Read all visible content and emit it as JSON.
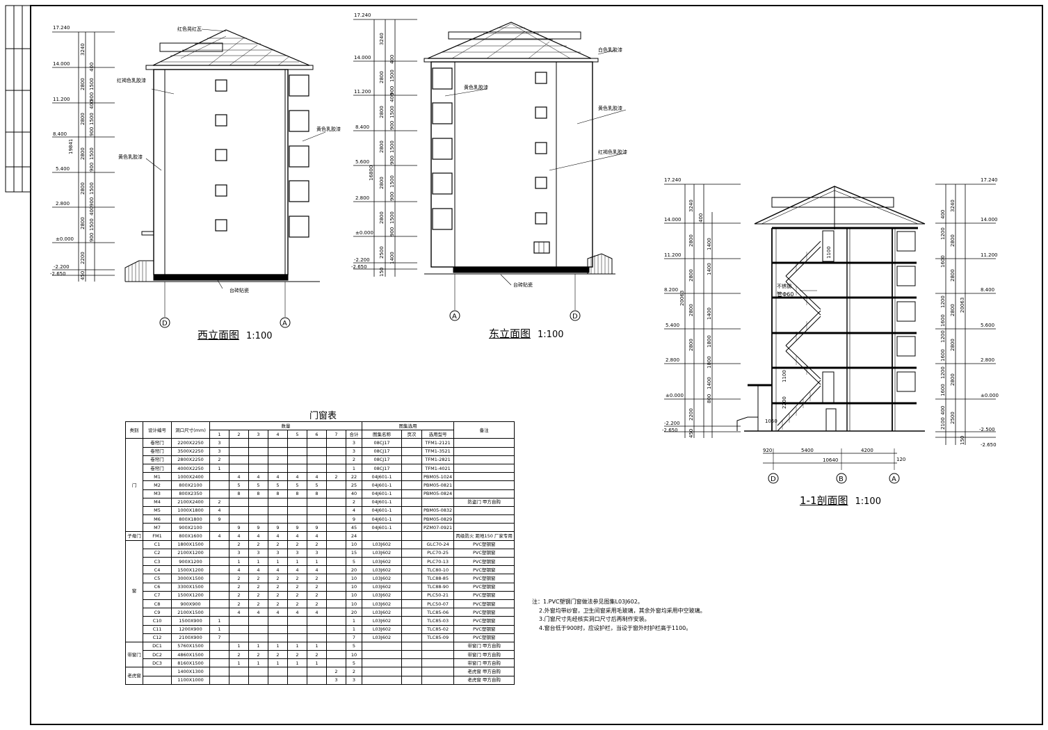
{
  "drawing": {
    "west_elevation": {
      "title": "西立面图",
      "scale": "1:100",
      "levels": [
        "17.240",
        "14.000",
        "11.200",
        "8.400",
        "5.400",
        "2.800",
        "±0.000",
        "-2.200",
        "-2.650"
      ],
      "dims_col1": [
        "3240",
        "2800",
        "2800",
        "2800",
        "2800",
        "2800",
        "2200",
        "450"
      ],
      "dims_col2": [
        "400",
        "1500",
        "900",
        "400",
        "1500",
        "900",
        "1500",
        "900",
        "1500",
        "900",
        "400",
        "1500",
        "900"
      ],
      "total": "19841",
      "labels": [
        "红色晃红瓦",
        "红褐色乳胶漆",
        "黄色乳胶漆",
        "黄色乳胶漆",
        "台砖贴瓷"
      ],
      "axes": [
        "D",
        "A"
      ]
    },
    "east_elevation": {
      "title": "东立面图",
      "scale": "1:100",
      "levels": [
        "17.240",
        "14.000",
        "11.200",
        "8.400",
        "5.600",
        "2.800",
        "±0.000",
        "-2.200",
        "-2.650"
      ],
      "dims_col1": [
        "3240",
        "2800",
        "2800",
        "2800",
        "2800",
        "2800",
        "2500",
        "150"
      ],
      "dims_col2": [
        "400",
        "1500",
        "900",
        "400",
        "1500",
        "900",
        "1500",
        "900",
        "1500",
        "900",
        "1500",
        "900",
        "1400"
      ],
      "total": "16800",
      "labels": [
        "白色乳胶漆",
        "黄色乳胶漆",
        "黄色乳胶漆",
        "红褐色乳胶漆",
        "台砖贴瓷"
      ],
      "axes": [
        "A",
        "D"
      ]
    },
    "section_1_1": {
      "title": "1-1剖面图",
      "scale": "1:100",
      "levels_left": [
        "17.240",
        "14.000",
        "11.200",
        "8.200",
        "5.400",
        "2.800",
        "±0.000",
        "-2.200",
        "-2.650"
      ],
      "levels_right": [
        "17.240",
        "14.000",
        "11.200",
        "8.400",
        "5.600",
        "2.800",
        "±0.000",
        "-2.500",
        "-2.650"
      ],
      "dims_left": [
        "3240",
        "2800",
        "2800",
        "2800",
        "2800",
        "2200",
        "450"
      ],
      "dims_left2": [
        "400",
        "1400",
        "1400",
        "1400",
        "1800",
        "1800",
        "1400",
        "800"
      ],
      "dims_right": [
        "3240",
        "2800",
        "2800",
        "2800",
        "2800",
        "2800",
        "2500",
        "150"
      ],
      "dims_right2": [
        "400",
        "1200",
        "1600",
        "1200",
        "1600",
        "1200",
        "1600",
        "1200",
        "1600",
        "400",
        "2100"
      ],
      "total": "20063",
      "inner_labels": [
        "1100",
        "1100",
        "2200",
        "1050"
      ],
      "rail_label": [
        "不锈钢",
        "管Φ60"
      ],
      "bottom_dims": [
        "920",
        "5400",
        "4200",
        "120"
      ],
      "bottom_total": "10640",
      "axes": [
        "D",
        "B",
        "A"
      ]
    },
    "door_window_table": {
      "title": "门窗表",
      "head_type": "类别",
      "head_code": "设计编号",
      "head_size": "洞口尺寸(mm)",
      "head_qty": "数量",
      "head_atlas": "图集选用",
      "head_note": "备注",
      "floors": [
        "1",
        "2",
        "3",
        "4",
        "5",
        "6",
        "7",
        "合计"
      ],
      "atlas_cols": [
        "图集名称",
        "页次",
        "选用型号"
      ],
      "rows": [
        {
          "type": "门",
          "code": "卷帘门",
          "size": "2200X2250",
          "q": [
            "3",
            "",
            "",
            "",
            "",
            "",
            "",
            ""
          ],
          "total": "3",
          "atlas": "08CJ17",
          "page": "",
          "model": "TFM1-2121",
          "note": ""
        },
        {
          "type": "",
          "code": "卷帘门",
          "size": "3500X2250",
          "q": [
            "3",
            "",
            "",
            "",
            "",
            "",
            "",
            ""
          ],
          "total": "3",
          "atlas": "08CJ17",
          "page": "",
          "model": "TFM1-3521",
          "note": ""
        },
        {
          "type": "",
          "code": "卷帘门",
          "size": "2800X2250",
          "q": [
            "2",
            "",
            "",
            "",
            "",
            "",
            "",
            ""
          ],
          "total": "2",
          "atlas": "08CJ17",
          "page": "",
          "model": "TFM1-2821",
          "note": ""
        },
        {
          "type": "",
          "code": "卷帘门",
          "size": "4000X2250",
          "q": [
            "1",
            "",
            "",
            "",
            "",
            "",
            "",
            ""
          ],
          "total": "1",
          "atlas": "08CJ17",
          "page": "",
          "model": "TFM1-4021",
          "note": ""
        },
        {
          "type": "",
          "code": "M1",
          "size": "1000X2400",
          "q": [
            "",
            "4",
            "4",
            "4",
            "4",
            "4",
            "2"
          ],
          "total": "22",
          "atlas": "04J601-1",
          "page": "",
          "model": "PBM05-1024",
          "note": ""
        },
        {
          "type": "",
          "code": "M2",
          "size": "800X2100",
          "q": [
            "",
            "5",
            "5",
            "5",
            "5",
            "5",
            ""
          ],
          "total": "25",
          "atlas": "04J601-1",
          "page": "",
          "model": "PBM05-0821",
          "note": ""
        },
        {
          "type": "",
          "code": "M3",
          "size": "800X2350",
          "q": [
            "",
            "8",
            "8",
            "8",
            "8",
            "8",
            ""
          ],
          "total": "40",
          "atlas": "04J601-1",
          "page": "",
          "model": "PBM05-0824",
          "note": ""
        },
        {
          "type": "",
          "code": "M4",
          "size": "2100X2400",
          "q": [
            "2",
            "",
            "",
            "",
            "",
            "",
            ""
          ],
          "total": "2",
          "atlas": "04J601-1",
          "page": "",
          "model": "",
          "note": "防盗门 甲方自购"
        },
        {
          "type": "",
          "code": "M5",
          "size": "1000X1800",
          "q": [
            "4",
            "",
            "",
            "",
            "",
            "",
            ""
          ],
          "total": "4",
          "atlas": "04J601-1",
          "page": "",
          "model": "PBM05-0832",
          "note": ""
        },
        {
          "type": "",
          "code": "M6",
          "size": "800X1800",
          "q": [
            "9",
            "",
            "",
            "",
            "",
            "",
            ""
          ],
          "total": "9",
          "atlas": "04J601-1",
          "page": "",
          "model": "PBM05-0829",
          "note": ""
        },
        {
          "type": "",
          "code": "M7",
          "size": "900X2100",
          "q": [
            "",
            "9",
            "9",
            "9",
            "9",
            "9",
            ""
          ],
          "total": "45",
          "atlas": "04J601-1",
          "page": "",
          "model": "PZM07-0921",
          "note": ""
        },
        {
          "type": "子母门",
          "code": "FM1",
          "size": "800X1600",
          "q": [
            "4",
            "4",
            "4",
            "4",
            "4",
            "4",
            ""
          ],
          "total": "24",
          "atlas": "",
          "page": "",
          "model": "",
          "note": "丙级防火 距地150 厂家专用"
        },
        {
          "type": "窗",
          "code": "C1",
          "size": "1800X1500",
          "q": [
            "",
            "2",
            "2",
            "2",
            "2",
            "2",
            ""
          ],
          "total": "10",
          "atlas": "L03J602",
          "page": "",
          "model": "GLC70-24",
          "note": "PVC塑钢窗"
        },
        {
          "type": "",
          "code": "C2",
          "size": "2100X1200",
          "q": [
            "",
            "3",
            "3",
            "3",
            "3",
            "3",
            ""
          ],
          "total": "15",
          "atlas": "L03J602",
          "page": "",
          "model": "PLC70-25",
          "note": "PVC塑钢窗"
        },
        {
          "type": "",
          "code": "C3",
          "size": "900X1200",
          "q": [
            "",
            "1",
            "1",
            "1",
            "1",
            "1",
            ""
          ],
          "total": "5",
          "atlas": "L03J602",
          "page": "",
          "model": "PLC70-13",
          "note": "PVC塑钢窗"
        },
        {
          "type": "",
          "code": "C4",
          "size": "1500X1200",
          "q": [
            "",
            "4",
            "4",
            "4",
            "4",
            "4",
            ""
          ],
          "total": "20",
          "atlas": "L03J602",
          "page": "",
          "model": "TLC80-10",
          "note": "PVC塑钢窗"
        },
        {
          "type": "",
          "code": "C5",
          "size": "3000X1500",
          "q": [
            "",
            "2",
            "2",
            "2",
            "2",
            "2",
            ""
          ],
          "total": "10",
          "atlas": "L03J602",
          "page": "",
          "model": "TLC88-85",
          "note": "PVC塑钢窗"
        },
        {
          "type": "",
          "code": "C6",
          "size": "3300X1500",
          "q": [
            "",
            "2",
            "2",
            "2",
            "2",
            "2",
            ""
          ],
          "total": "10",
          "atlas": "L03J602",
          "page": "",
          "model": "TLC88-90",
          "note": "PVC塑钢窗"
        },
        {
          "type": "",
          "code": "C7",
          "size": "1500X1200",
          "q": [
            "",
            "2",
            "2",
            "2",
            "2",
            "2",
            ""
          ],
          "total": "10",
          "atlas": "L03J602",
          "page": "",
          "model": "PLC50-21",
          "note": "PVC塑钢窗"
        },
        {
          "type": "",
          "code": "C8",
          "size": "900X900",
          "q": [
            "",
            "2",
            "2",
            "2",
            "2",
            "2",
            ""
          ],
          "total": "10",
          "atlas": "L03J602",
          "page": "",
          "model": "PLC50-07",
          "note": "PVC塑钢窗"
        },
        {
          "type": "",
          "code": "C9",
          "size": "2100X1500",
          "q": [
            "",
            "4",
            "4",
            "4",
            "4",
            "4",
            ""
          ],
          "total": "20",
          "atlas": "L03J602",
          "page": "",
          "model": "TLC85-06",
          "note": "PVC塑钢窗"
        },
        {
          "type": "",
          "code": "C10",
          "size": "1500X900",
          "q": [
            "1",
            "",
            "",
            "",
            "",
            "",
            ""
          ],
          "total": "1",
          "atlas": "L03J602",
          "page": "",
          "model": "TLC85-03",
          "note": "PVC塑钢窗"
        },
        {
          "type": "",
          "code": "C11",
          "size": "1200X900",
          "q": [
            "1",
            "",
            "",
            "",
            "",
            "",
            ""
          ],
          "total": "1",
          "atlas": "L03J602",
          "page": "",
          "model": "TLC85-02",
          "note": "PVC塑钢窗"
        },
        {
          "type": "",
          "code": "C12",
          "size": "2100X900",
          "q": [
            "7",
            "",
            "",
            "",
            "",
            "",
            ""
          ],
          "total": "7",
          "atlas": "L03J602",
          "page": "",
          "model": "TLC85-09",
          "note": "PVC塑钢窗"
        },
        {
          "type": "带窗门",
          "code": "DC1",
          "size": "5760X1500",
          "q": [
            "",
            "1",
            "1",
            "1",
            "1",
            "1",
            ""
          ],
          "total": "5",
          "atlas": "",
          "page": "",
          "model": "",
          "note": "带窗门 甲方自购"
        },
        {
          "type": "",
          "code": "DC2",
          "size": "4860X1500",
          "q": [
            "",
            "2",
            "2",
            "2",
            "2",
            "2",
            ""
          ],
          "total": "10",
          "atlas": "",
          "page": "",
          "model": "",
          "note": "带窗门 甲方自购"
        },
        {
          "type": "",
          "code": "DC3",
          "size": "8160X1500",
          "q": [
            "",
            "1",
            "1",
            "1",
            "1",
            "1",
            ""
          ],
          "total": "5",
          "atlas": "",
          "page": "",
          "model": "",
          "note": "带窗门 甲方自购"
        },
        {
          "type": "老虎窗",
          "code": "",
          "size": "1400X1300",
          "q": [
            "",
            "",
            "",
            "",
            "",
            "",
            "2"
          ],
          "total": "2",
          "atlas": "",
          "page": "",
          "model": "",
          "note": "老虎窗 甲方自购"
        },
        {
          "type": "",
          "code": "",
          "size": "1100X1000",
          "q": [
            "",
            "",
            "",
            "",
            "",
            "",
            "3"
          ],
          "total": "3",
          "atlas": "",
          "page": "",
          "model": "",
          "note": "老虎窗 甲方自购"
        }
      ]
    },
    "notes": [
      "注：1.PVC塑钢门窗做法参见图集L03J602。",
      "2.外窗均带纱窗，卫生间窗采用毛玻璃，其余外窗均采用中空玻璃。",
      "3.门窗尺寸先经核实洞口尺寸后再制作安装。",
      "4.窗台低于900时，应设护栏，当设于窗外时护栏高于1100。"
    ]
  }
}
